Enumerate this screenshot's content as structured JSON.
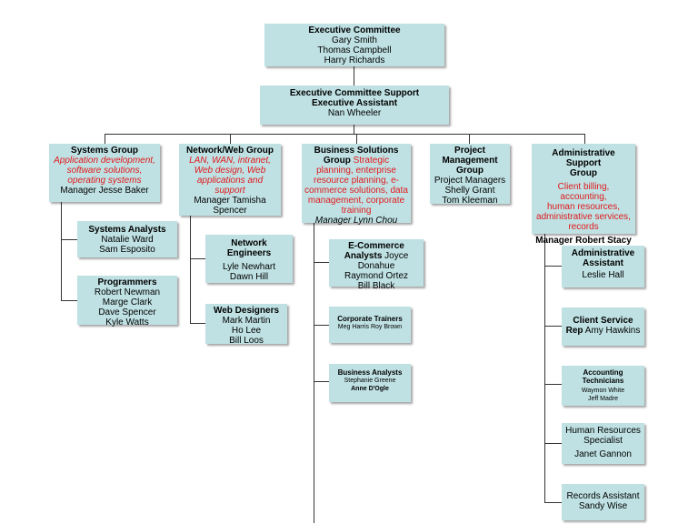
{
  "exec": {
    "title": "Executive Committee",
    "members": [
      "Gary Smith",
      "Thomas Campbell",
      "Harry Richards"
    ]
  },
  "support": {
    "title1": "Executive Committee Support",
    "title2": "Executive Assistant",
    "name": "Nan Wheeler"
  },
  "systems": {
    "title": "Systems Group",
    "desc": [
      "Application development,",
      "software solutions,",
      "operating systems"
    ],
    "manager": "Manager Jesse Baker",
    "analysts": {
      "title": "Systems Analysts",
      "members": [
        "Natalie Ward",
        "Sam Esposito"
      ]
    },
    "programmers": {
      "title": "Programmers",
      "members": [
        "Robert Newman",
        "Marge Clark",
        "Dave Spencer",
        "Kyle Watts"
      ]
    }
  },
  "network": {
    "title": "Network/Web Group",
    "desc": [
      "LAN, WAN, intranet,",
      "Web design, Web",
      "applications and",
      "support"
    ],
    "manager": [
      "Manager Tamisha",
      "Spencer"
    ],
    "engineers": {
      "title": [
        "Network",
        "Engineers"
      ],
      "members": [
        "Lyle Newhart",
        "Dawn Hill"
      ]
    },
    "designers": {
      "title": "Web Designers",
      "members": [
        "Mark Martin",
        "Ho Lee",
        "Bill Loos"
      ]
    }
  },
  "business": {
    "title1": "Business Solutions",
    "title2": "Group",
    "desc_first": "Strategic",
    "desc": [
      "planning, enterprise",
      "resource planning, e-",
      "commerce solutions, data",
      "management, corporate",
      "training"
    ],
    "manager": "Manager Lynn Chou",
    "ecommerce": {
      "title1": "E-Commerce",
      "title2": "Analysts",
      "first": "Joyce",
      "members": [
        "Donahue",
        "Raymond Ortez",
        "Bill Black"
      ]
    },
    "trainers": {
      "title": "Corporate Trainers",
      "members": "Meg Harris Roy Brown"
    },
    "analysts": {
      "title": "Business Analysts",
      "members": [
        "Stephanie Greene",
        "Anne D'Ogle"
      ]
    }
  },
  "project": {
    "title": [
      "Project",
      "Management",
      "Group"
    ],
    "members": [
      "Project Managers",
      "Shelly Grant",
      "Tom Kleeman"
    ]
  },
  "admin": {
    "title": [
      "Administrative Support",
      "Group"
    ],
    "desc": [
      "Client billing, accounting,",
      "human resources,",
      "administrative services,",
      "records"
    ],
    "manager": "Manager Robert Stacy",
    "assistant": {
      "title": [
        "Administrative",
        "Assistant"
      ],
      "name": "Leslie Hall"
    },
    "client": {
      "title1": "Client Service",
      "title2": "Rep",
      "name": "Amy Hawkins"
    },
    "accounting": {
      "title": [
        "Accounting",
        "Technicians"
      ],
      "members": [
        "Waymon White",
        "Jeff Madre"
      ]
    },
    "hr": {
      "title": [
        "Human Resources",
        "Specialist"
      ],
      "name": "Janet Gannon"
    },
    "records": {
      "title": "Records Assistant",
      "name": "Sandy Wise"
    }
  }
}
